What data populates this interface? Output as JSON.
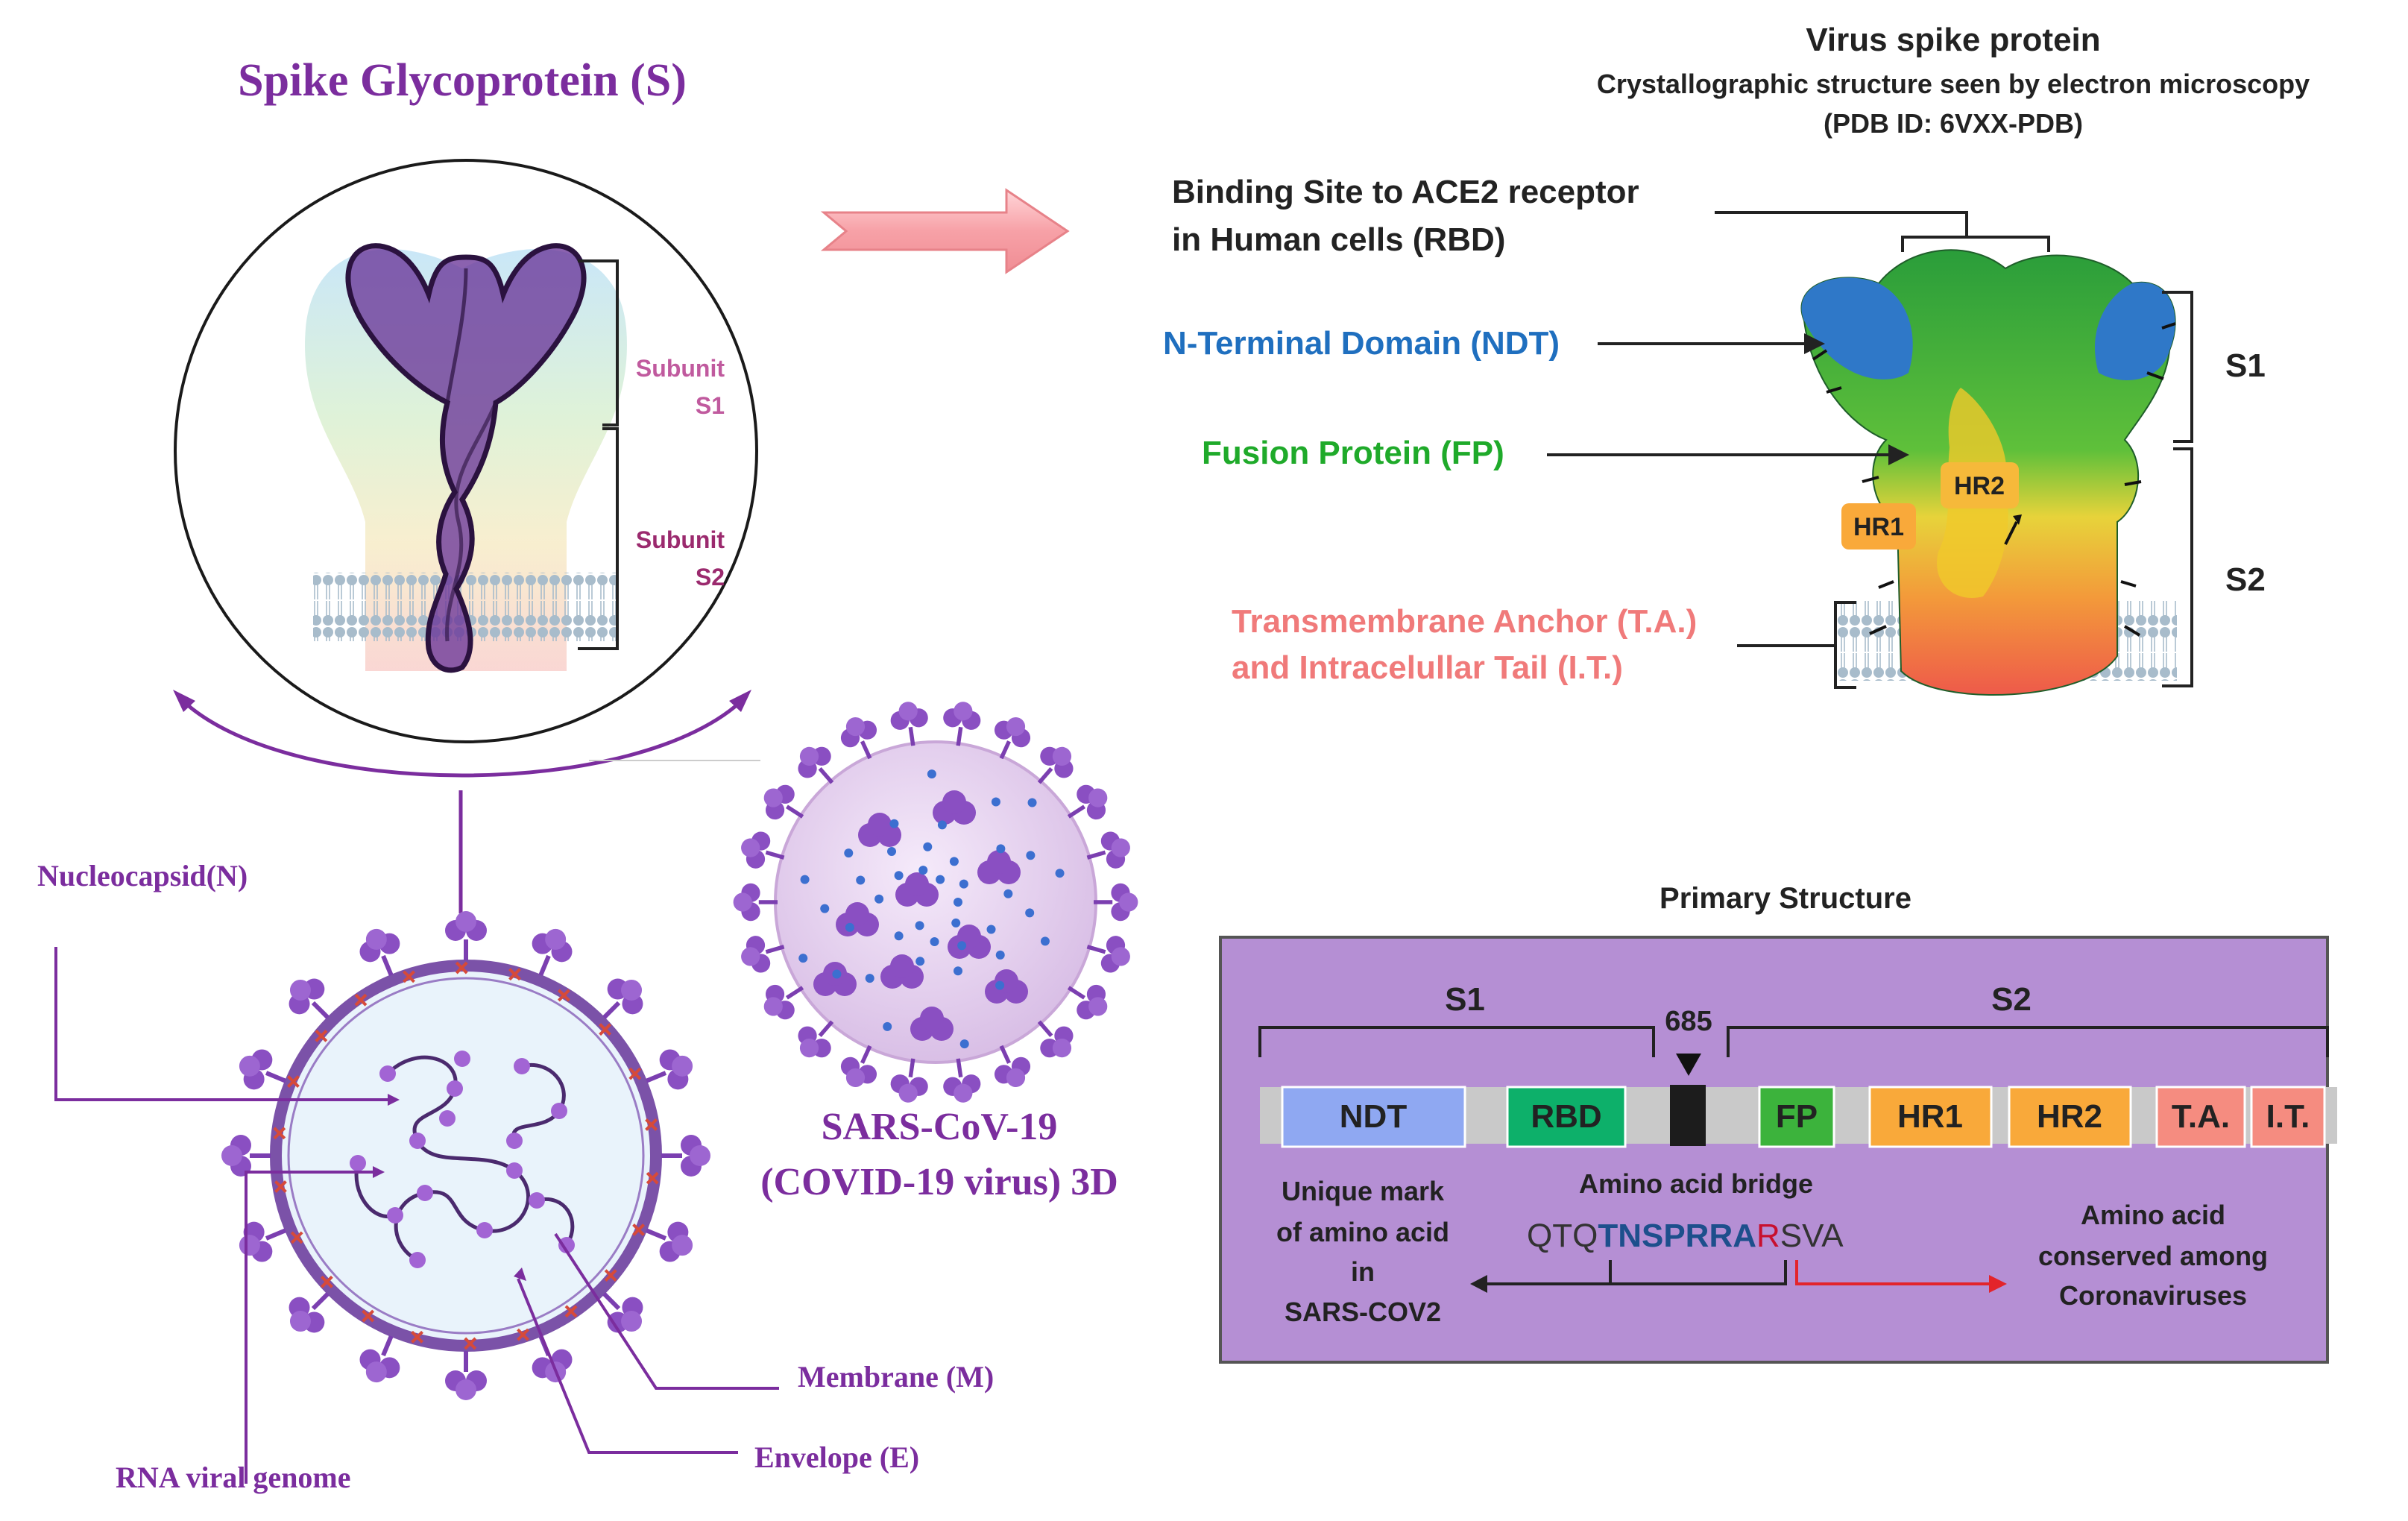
{
  "left_title": "Spike Glycoprotein (S)",
  "subunit_s1": [
    "Subunit",
    "S1"
  ],
  "subunit_s2": [
    "Subunit",
    "S2"
  ],
  "virus_labels": {
    "nucleocapsid": "Nucleocapsid(N)",
    "membrane": "Membrane (M)",
    "envelope": "Envelope (E)",
    "rna": "RNA viral genome"
  },
  "sars_label": [
    "SARS-CoV-19",
    "(COVID-19 virus) 3D"
  ],
  "spike_header": {
    "title": "Virus spike protein",
    "subtitle": "Crystallographic structure seen by electron microscopy",
    "pdb": "(PDB ID: 6VXX-PDB)"
  },
  "spike_labels": {
    "binding_line1": "Binding Site to ACE2 receptor",
    "binding_line2": "in Human cells (RBD)",
    "ntd": "N-Terminal Domain (NDT)",
    "fp": "Fusion  Protein (FP)",
    "ta_line1": "Transmembrane Anchor (T.A.)",
    "ta_line2": "and Intracelullar Tail (I.T.)",
    "hr1": "HR1",
    "hr2": "HR2",
    "s1": "S1",
    "s2": "S2"
  },
  "primary": {
    "title": "Primary Structure",
    "s1": "S1",
    "s2": "S2",
    "site": "685",
    "domains": [
      {
        "label": "NDT",
        "color": "#8fa8f2"
      },
      {
        "label": "RBD",
        "color": "#0db06a"
      },
      {
        "label": "FP",
        "color": "#3cb33c"
      },
      {
        "label": "HR1",
        "color": "#f9a93a"
      },
      {
        "label": "HR2",
        "color": "#f9a93a"
      },
      {
        "label": "T.A.",
        "color": "#f58c80"
      },
      {
        "label": "I.T.",
        "color": "#f58c80"
      }
    ],
    "unique_mark": [
      "Unique mark",
      "of amino acid",
      "in",
      "SARS-COV2"
    ],
    "bridge_label": "Amino acid bridge",
    "seq_pre": "QTQ",
    "seq_bold": "TNSPRRA",
    "seq_red": "R",
    "seq_post": "SVA",
    "conserved": [
      "Amino acid",
      "conserved among",
      "Coronaviruses"
    ]
  },
  "colors": {
    "purple": "#7b2d9e",
    "panel": "#b58fd4",
    "ntd_blue": "#1f6fbf",
    "fp_green": "#1faa2a",
    "ta_red": "#f07a7a"
  }
}
